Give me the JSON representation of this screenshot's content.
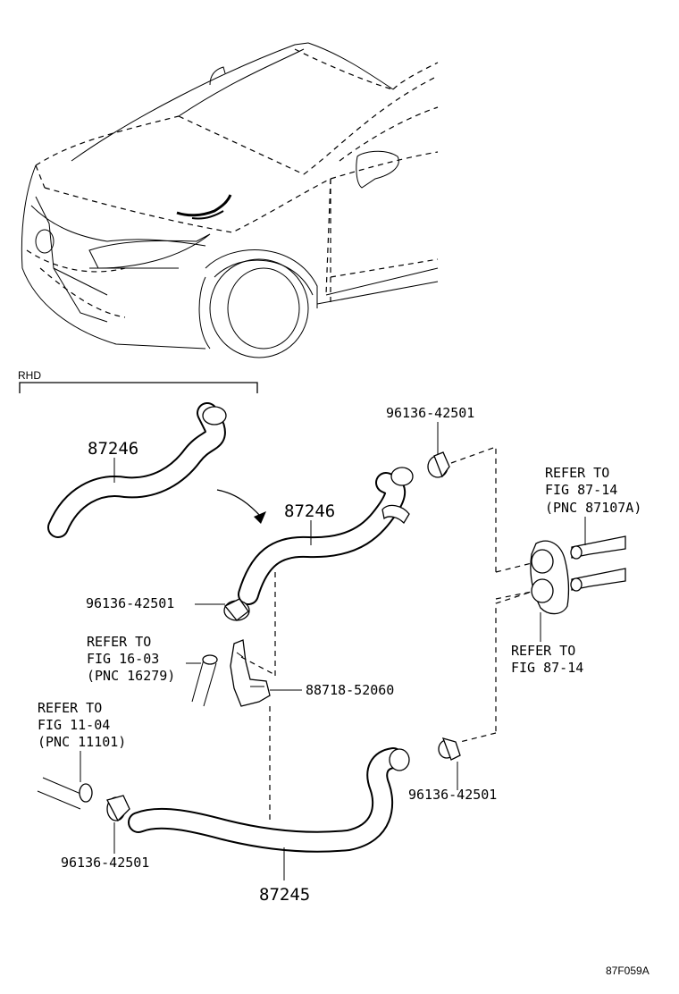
{
  "section_label": "RHD",
  "figure_code": "87F059A",
  "part_labels": {
    "hose_upper_ref": "87246",
    "hose_upper": "87246",
    "hose_lower": "87245",
    "joint": "88718-52060",
    "clamp_top": "96136-42501",
    "clamp_mid": "96136-42501",
    "clamp_right": "96136-42501",
    "clamp_bottom": "96136-42501"
  },
  "references": {
    "fig_87_14_pnc": [
      "REFER TO",
      "FIG 87-14",
      "(PNC 87107A)"
    ],
    "fig_87_14": [
      "REFER TO",
      "FIG 87-14"
    ],
    "fig_16_03": [
      "REFER TO",
      "FIG 16-03",
      "(PNC 16279)"
    ],
    "fig_11_04": [
      "REFER TO",
      "FIG 11-04",
      "(PNC 11101)"
    ]
  }
}
